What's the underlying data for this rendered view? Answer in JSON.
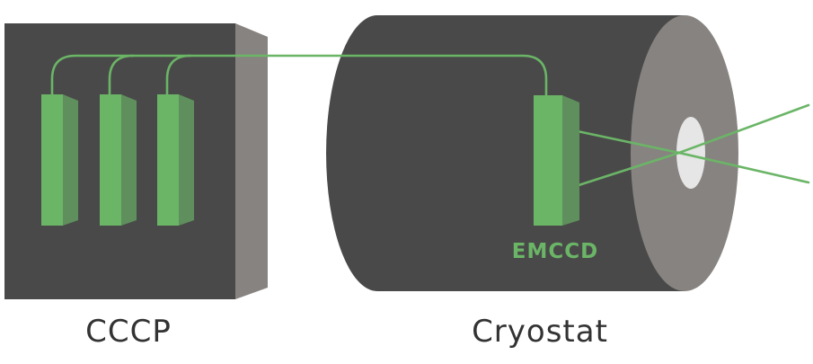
{
  "labels": {
    "cccp": "CCCP",
    "cryostat": "Cryostat",
    "emccd": "EMCCD"
  },
  "colors": {
    "box_front": "#494949",
    "box_side": "#878380",
    "cylinder_body": "#494949",
    "cylinder_end": "#878380",
    "window": "#e6e6e6",
    "accent_green": "#6bb567",
    "accent_green_dark": "#5f8f5c",
    "caption_text": "#333333"
  }
}
